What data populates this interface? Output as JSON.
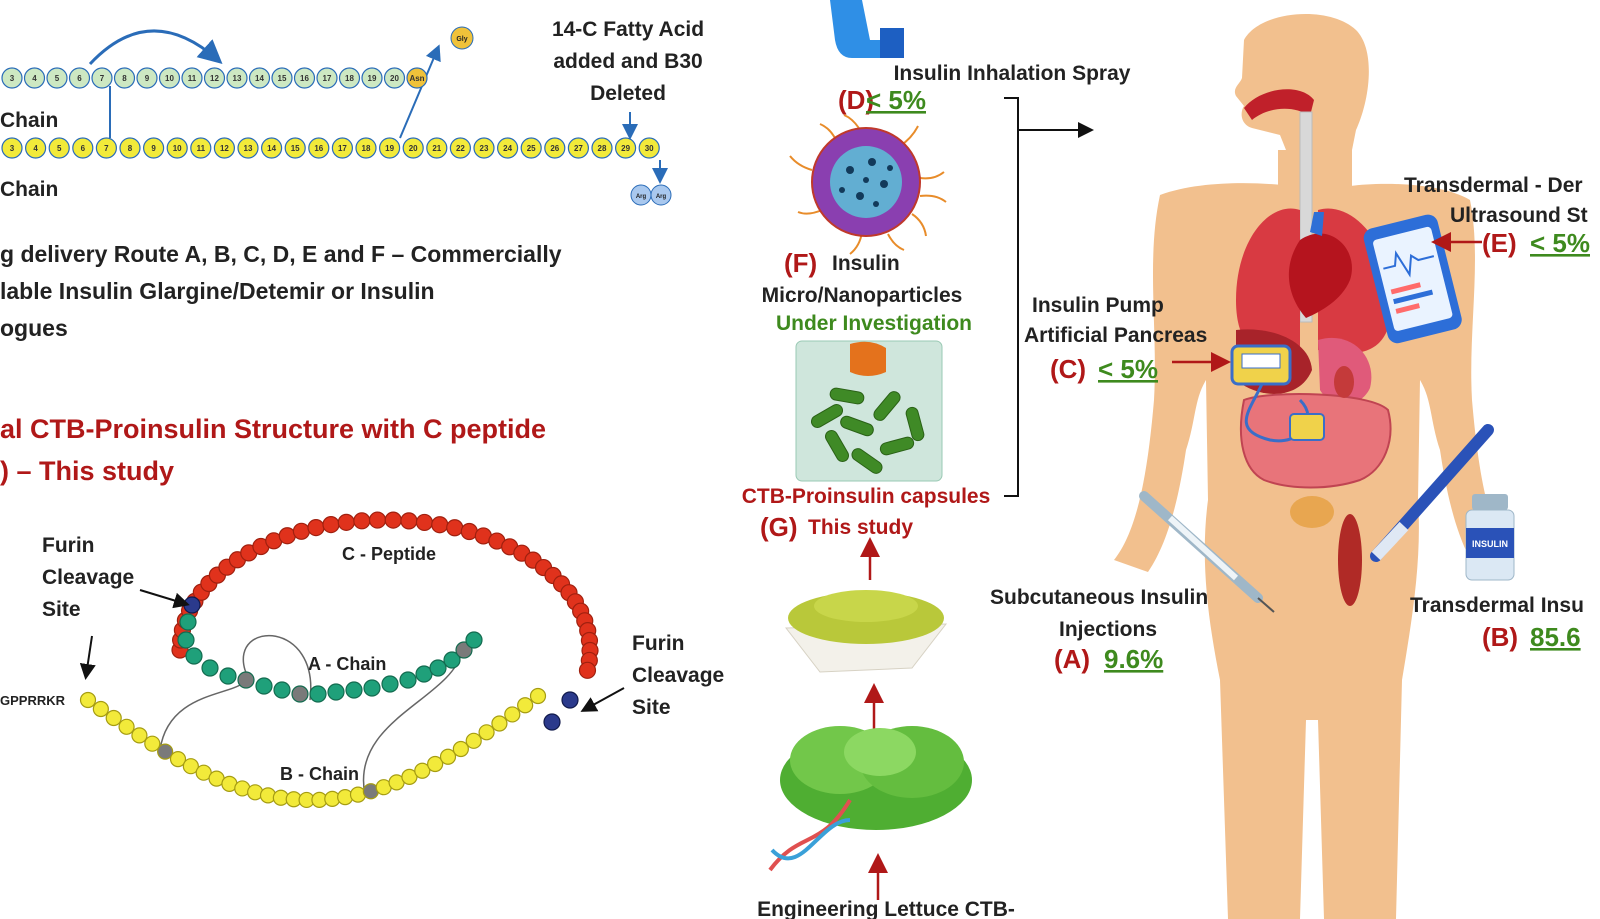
{
  "top_left": {
    "a_chain_label": "Chain",
    "b_chain_label": "Chain",
    "a_chain_residues": [
      "3",
      "4",
      "5",
      "6",
      "7",
      "8",
      "9",
      "10",
      "11",
      "12",
      "13",
      "14",
      "15",
      "16",
      "17",
      "18",
      "19",
      "20",
      "Asn"
    ],
    "b_chain_residues": [
      "3",
      "4",
      "5",
      "6",
      "7",
      "8",
      "9",
      "10",
      "11",
      "12",
      "13",
      "14",
      "15",
      "16",
      "17",
      "18",
      "19",
      "20",
      "21",
      "22",
      "23",
      "24",
      "25",
      "26",
      "27",
      "28",
      "29",
      "30"
    ],
    "gly_label": "Gly",
    "arg_labels": [
      "Arg",
      "Arg"
    ],
    "fatty_acid_note": [
      "14-C Fatty Acid",
      "added and B30",
      "Deleted"
    ]
  },
  "route_text": [
    "g delivery Route A, B, C, D, E and F – Commercially",
    "lable Insulin Glargine/Detemir or Insulin",
    "ogues"
  ],
  "study_title": [
    "al CTB-Proinsulin Structure with C peptide",
    ") – This study"
  ],
  "proinsulin": {
    "furin_left": [
      "Furin",
      "Cleavage",
      "Site"
    ],
    "furin_right": [
      "Furin",
      "Cleavage",
      "Site"
    ],
    "c_peptide": "C - Peptide",
    "a_chain": "A - Chain",
    "b_chain": "B - Chain",
    "sequence": "GPPRRKR"
  },
  "routes": {
    "inhalation": {
      "name": "Insulin Inhalation Spray",
      "letter": "(D)",
      "value": "< 5%"
    },
    "nanoparticles": {
      "letter": "(F)",
      "name_1": "Insulin",
      "name_2": "Micro/Nanoparticles",
      "status": "Under Investigation"
    },
    "capsules": {
      "name": "CTB-Proinsulin capsules",
      "letter": "(G)",
      "status": "This study"
    },
    "pump": {
      "name_1": "Insulin Pump",
      "name_2": "Artificial Pancreas",
      "letter": "(C)",
      "value": "< 5%"
    },
    "subcutaneous": {
      "name_1": "Subcutaneous Insulin",
      "name_2": "Injections",
      "letter": "(A)",
      "value": "9.6%"
    },
    "transdermal_ultrasound": {
      "name_1": "Transdermal - Der",
      "name_2": "Ultrasound St",
      "letter": "(E)",
      "value": "< 5%"
    },
    "transdermal": {
      "name": "Transdermal Insu",
      "letter": "(B)",
      "value": "85.6"
    },
    "lettuce": "Engineering Lettuce CTB-"
  },
  "vial_label": "INSULIN",
  "colors": {
    "accent_red": "#b01818",
    "accent_green": "#3e8a1e",
    "a_chain_bead": "#cde8c2",
    "b_chain_bead": "#f2ea3a",
    "c_peptide_bead": "#e0321c",
    "a_chain_proinsulin": "#1fa07a",
    "furin_bead": "#2b3a8c",
    "arrow_blue": "#2a6cb8",
    "skin": "#f2c08e"
  }
}
